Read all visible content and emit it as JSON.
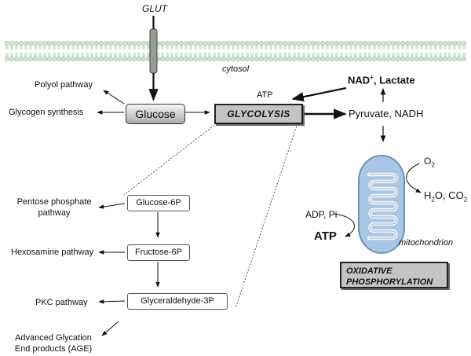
{
  "membrane": {
    "transporter": "GLUT",
    "compartment": "cytosol"
  },
  "center": {
    "glucose": "Glucose",
    "glycolysis": "GLYCOLYSIS",
    "atp_small": "ATP"
  },
  "left_pathways": {
    "polyol": "Polyol pathway",
    "glycogen": "Glycogen synthesis",
    "pentose_line1": "Pentose phosphate",
    "pentose_line2": "pathway",
    "hexosamine": "Hexosamine pathway",
    "pkc": "PKC pathway",
    "age_line1": "Advanced Glycation",
    "age_line2": "End products (AGE)"
  },
  "intermediates": {
    "g6p": "Glucose-6P",
    "f6p": "Fructose-6P",
    "g3p": "Glyceraldehyde-3P"
  },
  "right": {
    "nad_prefix": "NAD",
    "nad_sup": "+",
    "nad_suffix": ", Lactate",
    "pyruvate": "Pyruvate, NADH",
    "o2": "O",
    "o2_sub": "2",
    "h2o_a": "H",
    "h2o_sub": "2",
    "h2o_b": "O, CO",
    "co2_sub": "2",
    "adp": "ADP, Pi",
    "atp_big": "ATP",
    "mito": "mitochondrion",
    "oxphos_line1": "OXIDATIVE",
    "oxphos_line2": "PHOSPHORYLATION"
  }
}
